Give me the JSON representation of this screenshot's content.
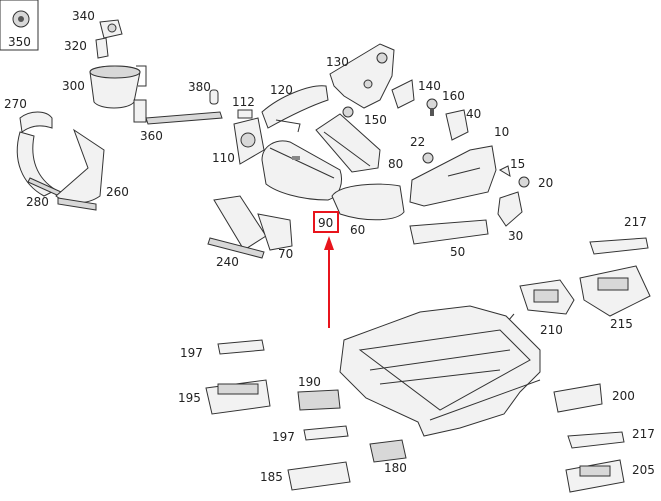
{
  "labels": {
    "l350": "350",
    "l340": "340",
    "l320": "320",
    "l300": "300",
    "l380": "380",
    "l360": "360",
    "l270": "270",
    "l280": "280",
    "l260": "260",
    "l112": "112",
    "l110": "110",
    "l120": "120",
    "l130": "130",
    "l140": "140",
    "l160": "160",
    "l150": "150",
    "l40": "40",
    "l80": "80",
    "l22": "22",
    "l10": "10",
    "l15": "15",
    "l20": "20",
    "l90": "90",
    "l60": "60",
    "l30": "30",
    "l50": "50",
    "l240": "240",
    "l70": "70",
    "l217a": "217",
    "l215": "215",
    "l210": "210",
    "l197a": "197",
    "l195": "195",
    "l190": "190",
    "l200": "200",
    "l197b": "197",
    "l217b": "217",
    "l185": "185",
    "l180": "180",
    "l205": "205"
  },
  "highlight": {
    "label": "90",
    "color": "#e8141c"
  }
}
